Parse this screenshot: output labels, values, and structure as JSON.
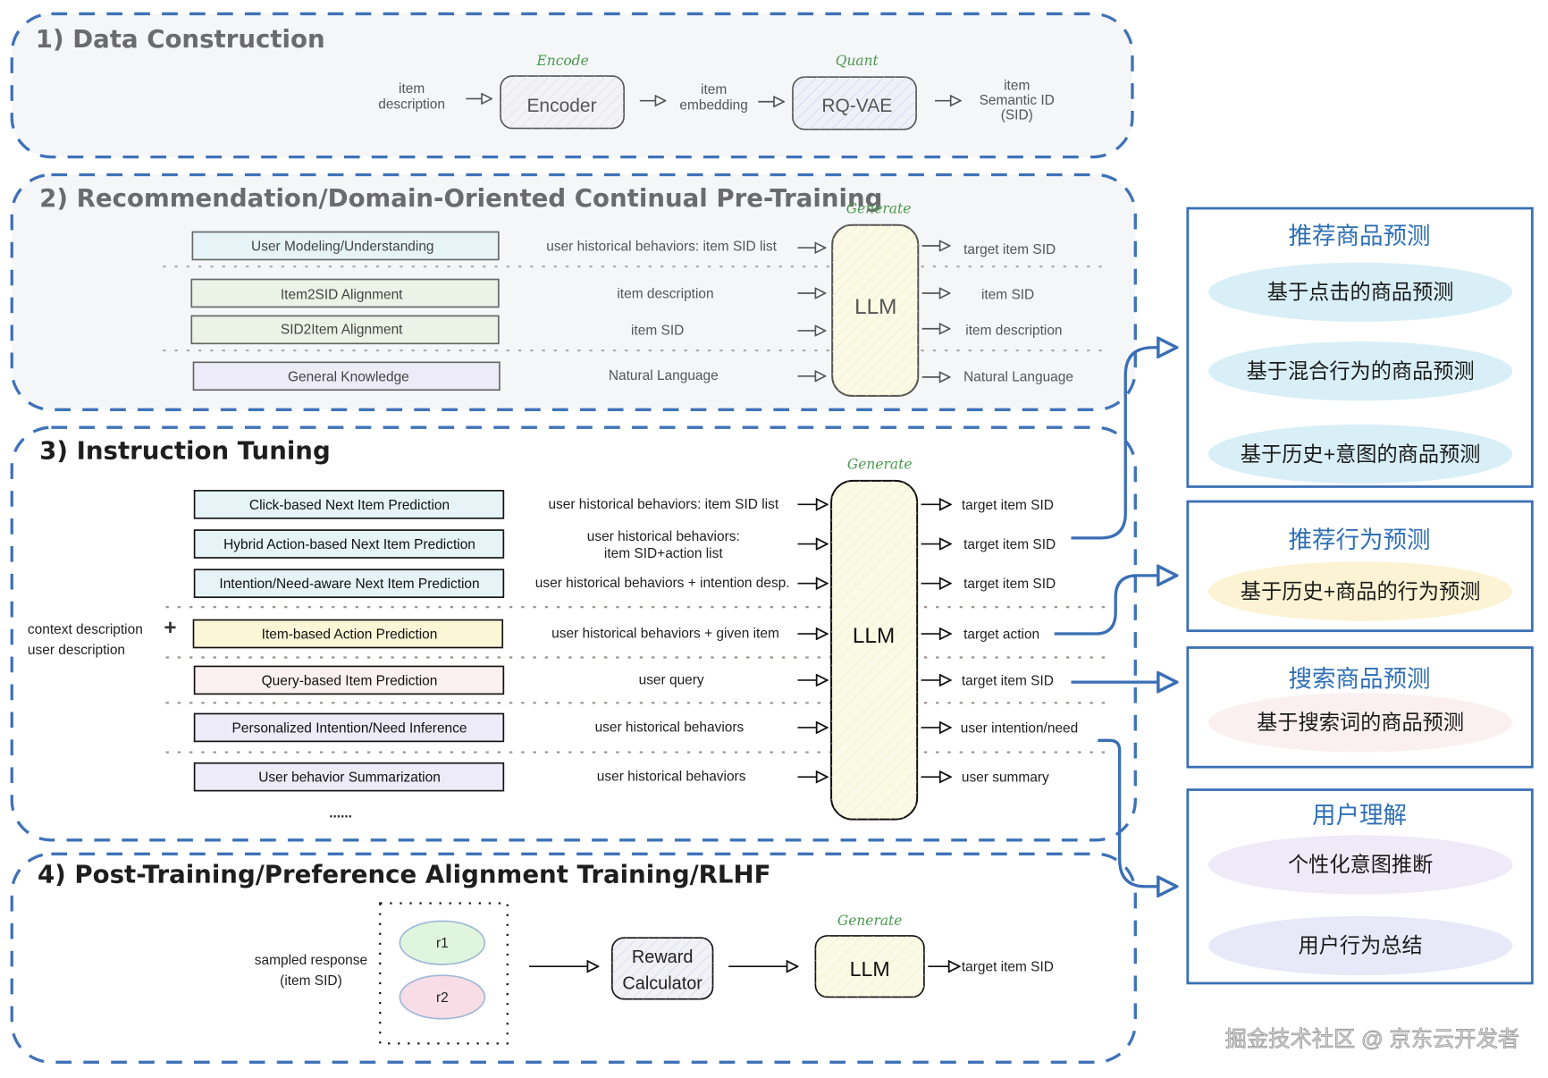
{
  "sections": {
    "s1": {
      "title": "1) Data Construction",
      "flow": {
        "input": [
          "item",
          "description"
        ],
        "encoder_label": "Encode",
        "encoder": "Encoder",
        "mid": [
          "item",
          "embedding"
        ],
        "quant_label": "Quant",
        "quantizer": "RQ-VAE",
        "output": [
          "item",
          "Semantic ID",
          "(SID)"
        ]
      }
    },
    "s2": {
      "title": "2) Recommendation/Domain-Oriented Continual Pre-Training",
      "generate_label": "Generate",
      "llm": "LLM",
      "rows": [
        {
          "task": "User Modeling/Understanding",
          "input": "user historical behaviors: item SID list",
          "output": "target item SID"
        },
        {
          "task": "Item2SID Alignment",
          "input": "item description",
          "output": "item SID"
        },
        {
          "task": "SID2Item Alignment",
          "input": "item SID",
          "output": "item description"
        },
        {
          "task": "General Knowledge",
          "input": "Natural Language",
          "output": "Natural Language"
        }
      ]
    },
    "s3": {
      "title": "3) Instruction Tuning",
      "generate_label": "Generate",
      "llm": "LLM",
      "context": [
        "context description",
        "user description"
      ],
      "plus": "+",
      "ellipsis": "......",
      "rows": [
        {
          "task": "Click-based Next Item Prediction",
          "input": [
            "user historical behaviors: item SID list"
          ],
          "output": "target item SID"
        },
        {
          "task": "Hybrid Action-based Next Item Prediction",
          "input": [
            "user historical behaviors:",
            "item SID+action list"
          ],
          "output": "target item SID"
        },
        {
          "task": "Intention/Need-aware Next Item Prediction",
          "input": [
            "user historical behaviors + intention desp."
          ],
          "output": "target item SID"
        },
        {
          "task": "Item-based Action Prediction",
          "input": [
            "user historical behaviors + given item"
          ],
          "output": "target action"
        },
        {
          "task": "Query-based Item Prediction",
          "input": [
            "user query"
          ],
          "output": "target item SID"
        },
        {
          "task": "Personalized Intention/Need Inference",
          "input": [
            "user historical behaviors"
          ],
          "output": "user intention/need"
        },
        {
          "task": "User behavior Summarization",
          "input": [
            "user historical behaviors"
          ],
          "output": "user summary"
        }
      ]
    },
    "s4": {
      "title": "4) Post-Training/Preference Alignment Training/RLHF",
      "sampled": [
        "sampled response",
        "(item SID)"
      ],
      "r1": "r1",
      "r2": "r2",
      "reward": [
        "Reward",
        "Calculator"
      ],
      "generate_label": "Generate",
      "llm": "LLM",
      "output": "target item SID"
    }
  },
  "applications": [
    {
      "title": "推荐商品预测",
      "items": [
        "基于点击的商品预测",
        "基于混合行为的商品预测",
        "基于历史+意图的商品预测"
      ]
    },
    {
      "title": "推荐行为预测",
      "items": [
        "基于历史+商品的行为预测"
      ]
    },
    {
      "title": "搜索商品预测",
      "items": [
        "基于搜索词的商品预测"
      ]
    },
    {
      "title": "用户理解",
      "items": [
        "个性化意图推断",
        "用户行为总结"
      ]
    }
  ],
  "watermark": "掘金技术社区 @ 京东云开发者",
  "colors": {
    "section_border": "#3f72b8",
    "connector": "#3a6fb5",
    "generate_green": "#4a9a4e",
    "task_blue_fill": "#e6f4f8",
    "task_green_fill": "#eaf3e6",
    "task_purple_fill": "#ecebf7",
    "task_yellow_fill": "#fbf6d6",
    "task_pink_fill": "#fbf0f0",
    "llm_fill": "#fbfae6"
  }
}
